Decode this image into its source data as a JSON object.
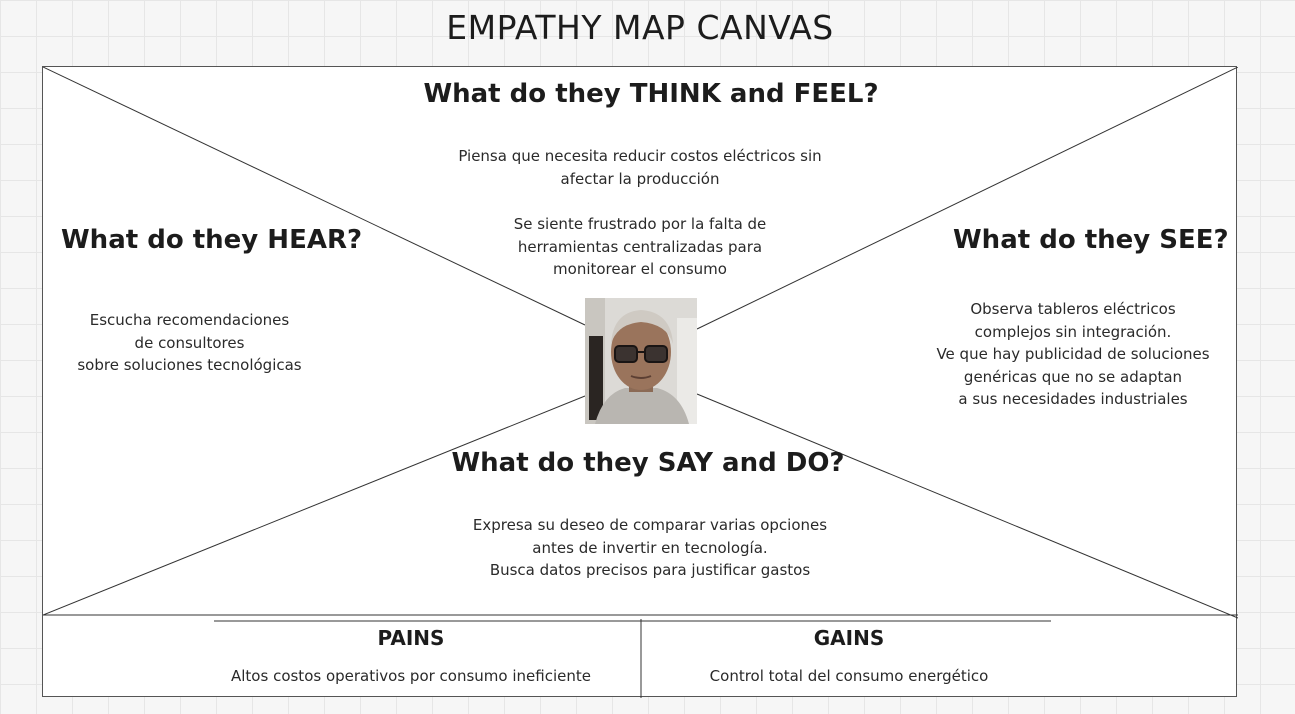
{
  "title": "EMPATHY MAP CANVAS",
  "think_feel": {
    "heading": "What do they THINK and FEEL?",
    "lines": [
      "Piensa que necesita reducir costos eléctricos sin",
      "afectar la producción",
      "Se siente frustrado por la falta de",
      "herramientas centralizadas para",
      "monitorear el consumo"
    ]
  },
  "hear": {
    "heading": "What do they HEAR?",
    "lines": [
      "Escucha recomendaciones",
      "de consultores",
      "sobre soluciones tecnológicas"
    ]
  },
  "see": {
    "heading": "What do they SEE?",
    "lines": [
      "Observa tableros eléctricos",
      "complejos sin integración.",
      "Ve que hay publicidad de soluciones",
      "genéricas que no se adaptan",
      "a sus necesidades industriales"
    ]
  },
  "say_do": {
    "heading": "What do they SAY and DO?",
    "lines": [
      "Expresa su deseo de comparar varias opciones",
      "antes de invertir en tecnología.",
      "Busca datos precisos para justificar gastos"
    ]
  },
  "pains": {
    "title": "PAINS",
    "text": "Altos costos operativos por consumo ineficiente"
  },
  "gains": {
    "title": "GAINS",
    "text": "Control total del consumo energético"
  },
  "persona_photo": {
    "icon": "persona-photo"
  }
}
